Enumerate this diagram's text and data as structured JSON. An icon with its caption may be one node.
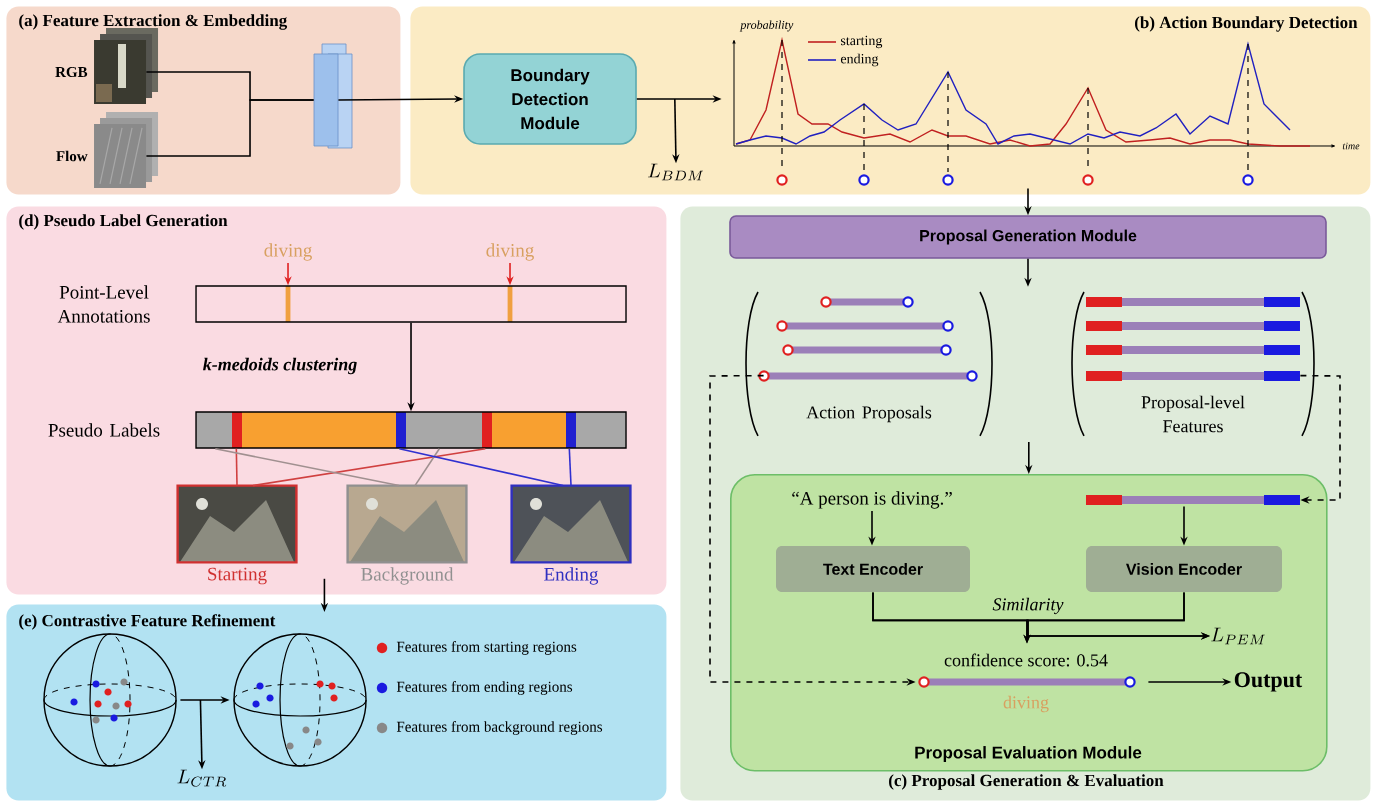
{
  "diagram": {
    "nodes": [
      {
        "text": [
          "(a) Feature Extraction & Embedding"
        ]
      },
      {
        "text": [
          "(b) Action Boundary Detection"
        ]
      },
      {
        "text": [
          "Boundary Detection Module"
        ],
        "in": 1
      },
      {
        "text": [
          "(d) Pseudo Label Generation"
        ]
      },
      {
        "text": [
          "(c) Proposal Generation & Evaluation"
        ]
      },
      {
        "text": [
          "Proposal Generation Module"
        ],
        "in": 4
      },
      {
        "text": [
          "Proposal Evaluation Module"
        ],
        "in": 4
      },
      {
        "text": [
          "Text Encoder"
        ],
        "in": 6
      },
      {
        "text": [
          "Vision Encoder"
        ],
        "in": 6
      },
      {
        "text": [
          "(e) Contrastive Feature Refinement"
        ]
      },
      {
        "text": [],
        "shape": "picture",
        "beside": [
          "RGB"
        ],
        "in": 0
      },
      {
        "text": [],
        "shape": "picture",
        "beside": [
          "Flow"
        ],
        "in": 0
      },
      {
        "text": [],
        "shape": "box",
        "in": 0
      },
      {
        "text": [
          "L_{BDM}"
        ],
        "in": 1
      },
      {
        "text": [],
        "shape": "picture",
        "beside": [
          "probability",
          "time"
        ],
        "in": 1
      },
      {
        "text": [
          "Action Proposals"
        ],
        "in": 4
      },
      {
        "text": [
          "Proposal-level Features"
        ],
        "in": 4
      },
      {
        "text": [],
        "shape": "bar",
        "in": 6
      },
      {
        "text": [
          "“A person is diving.”"
        ],
        "in": 6
      },
      {
        "text": [],
        "shape": "bar",
        "beside": [
          "confidence score: 0.54",
          "diving"
        ],
        "in": 6
      },
      {
        "text": [
          "L_{PEM}"
        ],
        "in": 6
      },
      {
        "text": [
          "Output"
        ],
        "in": 6
      },
      {
        "text": [],
        "shape": "bar",
        "beside": [
          "Point-Level Annotations"
        ],
        "in": 3
      },
      {
        "text": [
          "diving"
        ],
        "in": 3
      },
      {
        "text": [
          "diving"
        ],
        "in": 3
      },
      {
        "text": [],
        "shape": "bar",
        "beside": [
          "Pseudo Labels"
        ],
        "in": 3
      },
      {
        "text": [],
        "shape": "picture",
        "beside": [
          "Starting"
        ],
        "in": 3
      },
      {
        "text": [],
        "shape": "picture",
        "beside": [
          "Background"
        ],
        "in": 3
      },
      {
        "text": [],
        "shape": "picture",
        "beside": [
          "Ending"
        ],
        "in": 3
      },
      {
        "text": [
          "L_{CTR}"
        ],
        "in": 9
      },
      {
        "text": [],
        "shape": "picture",
        "in": 9
      },
      {
        "text": [],
        "shape": "picture",
        "in": 9
      }
    ],
    "edges": [
      {
        "from": 10,
        "to": 12,
        "arrow": "none"
      },
      {
        "from": 11,
        "to": 12,
        "arrow": "none"
      },
      {
        "from": 12,
        "to": 2,
        "arrow": "to"
      },
      {
        "from": 2,
        "to": 14,
        "arrow": "to"
      },
      {
        "from": 2,
        "to": 13,
        "arrow": "to"
      },
      {
        "from": 14,
        "to": 5,
        "arrow": "to"
      },
      {
        "from": 5,
        "to": null,
        "arrow": "to"
      },
      {
        "from": null,
        "to": 6,
        "arrow": "to"
      },
      {
        "from": 15,
        "to": 19,
        "arrow": "to",
        "style": "dashed"
      },
      {
        "from": 16,
        "to": 17,
        "arrow": "to",
        "style": "dashed"
      },
      {
        "from": 18,
        "to": 7,
        "arrow": "to"
      },
      {
        "from": 17,
        "to": 8,
        "arrow": "to"
      },
      {
        "from": 7,
        "to": 19,
        "arrow": "to",
        "label": "Similarity"
      },
      {
        "from": 8,
        "to": 19,
        "arrow": "to"
      },
      {
        "from": 7,
        "to": 20,
        "arrow": "to"
      },
      {
        "from": 8,
        "to": 20,
        "arrow": "to"
      },
      {
        "from": 19,
        "to": 21,
        "arrow": "to"
      },
      {
        "from": 23,
        "to": 22,
        "arrow": "to",
        "color": "#e02020"
      },
      {
        "from": 24,
        "to": 22,
        "arrow": "to",
        "color": "#e02020"
      },
      {
        "from": 22,
        "to": 25,
        "arrow": "to",
        "label": "k-medoids clustering"
      },
      {
        "from": 25,
        "to": 26,
        "arrow": "none",
        "color": "#d04040"
      },
      {
        "from": 25,
        "to": 26,
        "arrow": "none",
        "color": "#d04040"
      },
      {
        "from": 25,
        "to": 27,
        "arrow": "none",
        "color": "#a09090"
      },
      {
        "from": 25,
        "to": 27,
        "arrow": "none",
        "color": "#a09090"
      },
      {
        "from": 25,
        "to": 28,
        "arrow": "none",
        "color": "#3030d0"
      },
      {
        "from": 25,
        "to": 28,
        "arrow": "none",
        "color": "#3030d0"
      },
      {
        "from": 3,
        "to": 9,
        "arrow": "to"
      },
      {
        "from": 30,
        "to": 31,
        "arrow": "to"
      },
      {
        "from": 30,
        "to": 29,
        "arrow": "to"
      }
    ],
    "legend": [
      {
        "text": "starting"
      },
      {
        "text": "ending"
      },
      {
        "text": "Features from starting regions",
        "color": "#e02020"
      },
      {
        "text": "Features from ending regions",
        "color": "#1a1ae0"
      },
      {
        "text": "Features from background regions",
        "color": "#888888"
      }
    ]
  }
}
